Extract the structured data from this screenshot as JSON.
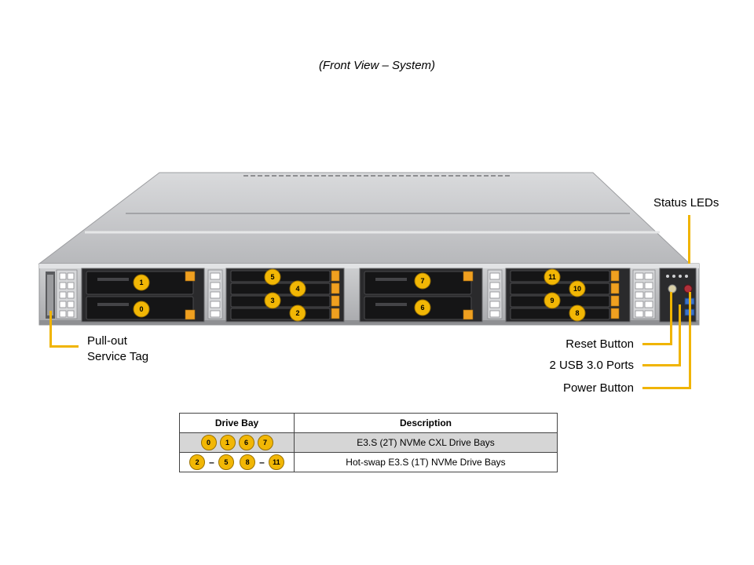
{
  "caption": "(Front View – System)",
  "callouts": {
    "status_leds": "Status LEDs",
    "service_tag_line1": "Pull-out",
    "service_tag_line2": "Service Tag",
    "reset_button": "Reset Button",
    "usb_ports": "2 USB 3.0 Ports",
    "power_button": "Power Button"
  },
  "drive_labels": [
    "0",
    "1",
    "2",
    "3",
    "4",
    "5",
    "6",
    "7",
    "8",
    "9",
    "10",
    "11"
  ],
  "table": {
    "headers": [
      "Drive Bay",
      "Description"
    ],
    "rows": [
      {
        "bays": [
          "0",
          "1",
          "6",
          "7"
        ],
        "description": "E3.S (2T) NVMe CXL Drive Bays"
      },
      {
        "bays": [
          "2",
          "5",
          "8",
          "11"
        ],
        "description": "Hot-swap E3.S (1T) NVMe Drive Bays"
      }
    ]
  },
  "colors": {
    "accent": "#f0b400",
    "badge": "#f2b705",
    "chassis": "#c8c9cb",
    "drive": "#1a1a1a"
  }
}
